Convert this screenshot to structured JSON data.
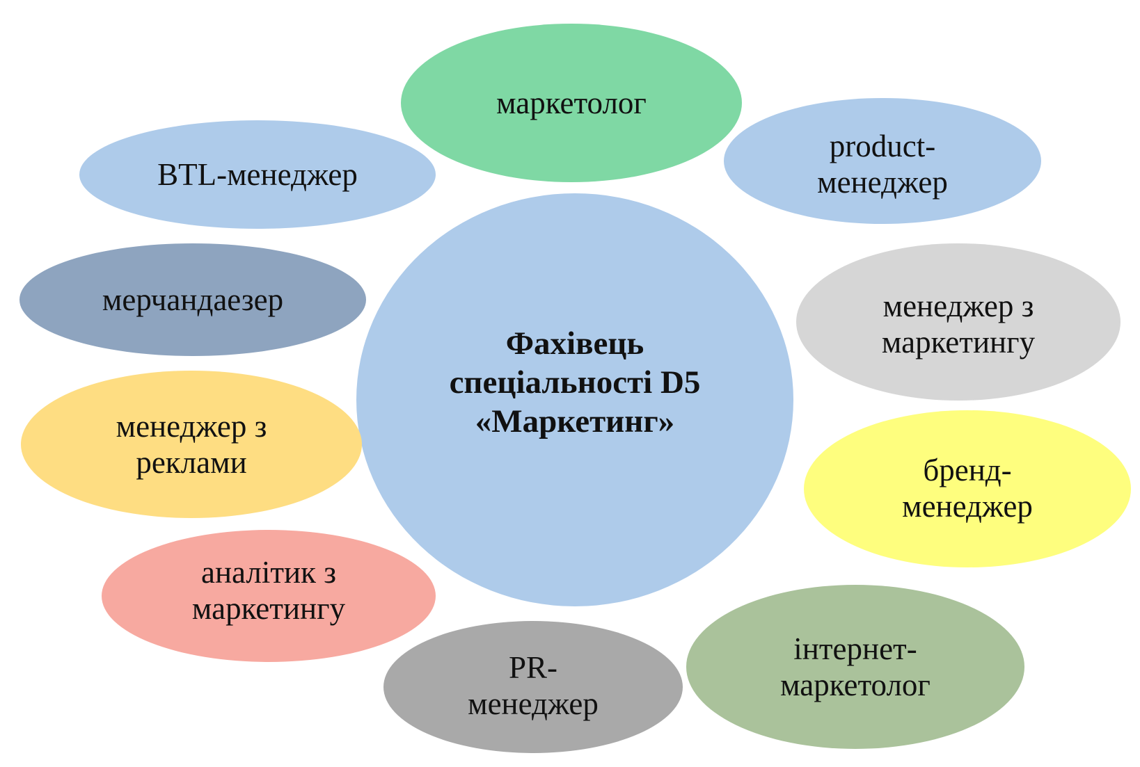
{
  "diagram": {
    "center": {
      "label": "Фахівець\nспеціальності D5\n«Маркетинг»",
      "color": "#aecbea"
    },
    "roles": [
      {
        "id": "marketolog",
        "label": "маркетолог",
        "color": "#7fd8a4"
      },
      {
        "id": "product",
        "label": "product-\nменеджер",
        "color": "#aecbea"
      },
      {
        "id": "btl",
        "label": "BTL-менеджер",
        "color": "#aecbea"
      },
      {
        "id": "merch",
        "label": "мерчандаезер",
        "color": "#8ea4bf"
      },
      {
        "id": "mgr_mkt",
        "label": "менеджер з\nмаркетингу",
        "color": "#d6d6d6"
      },
      {
        "id": "mgr_ads",
        "label": "менеджер з\nреклами",
        "color": "#fedd82"
      },
      {
        "id": "brand",
        "label": "бренд-\nменеджер",
        "color": "#fefe7e"
      },
      {
        "id": "analyst",
        "label": "аналітик з\nмаркетингу",
        "color": "#f7a9a0"
      },
      {
        "id": "internet",
        "label": "інтернет-\nмаркетолог",
        "color": "#aac29b"
      },
      {
        "id": "pr",
        "label": "PR-\nменеджер",
        "color": "#a9a9a9"
      }
    ]
  }
}
